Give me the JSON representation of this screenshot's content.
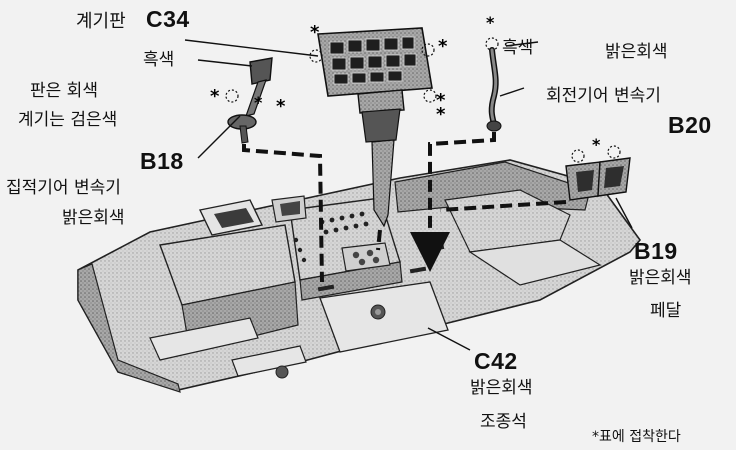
{
  "labels": {
    "panel_name": "계기판",
    "panel_code": "C34",
    "black_left": "흑색",
    "board_gray": "판은 회색",
    "gauges_black": "계기는 검은색",
    "b18_code": "B18",
    "b18_name": "집적기어  변속기",
    "b18_color": "밝은회색",
    "black_right": "흑색",
    "b20_color": "밝은회색",
    "b20_name": "회전기어  변속기",
    "b20_code": "B20",
    "b19_code": "B19",
    "b19_color": "밝은회색",
    "b19_name": "페달",
    "c42_code": "C42",
    "c42_color": "밝은회색",
    "c42_name": "조종석",
    "footnote": "*표에 접착한다"
  },
  "colors": {
    "ink": "#111111",
    "paper": "#f2f2f2",
    "part_light": "#d9d9d9",
    "part_mid": "#bdbdbd",
    "part_dark": "#3a3a3a"
  },
  "icons": [
    "asterisk-mark",
    "dashed-circle-glue-spot",
    "dashed-assembly-arrow"
  ]
}
